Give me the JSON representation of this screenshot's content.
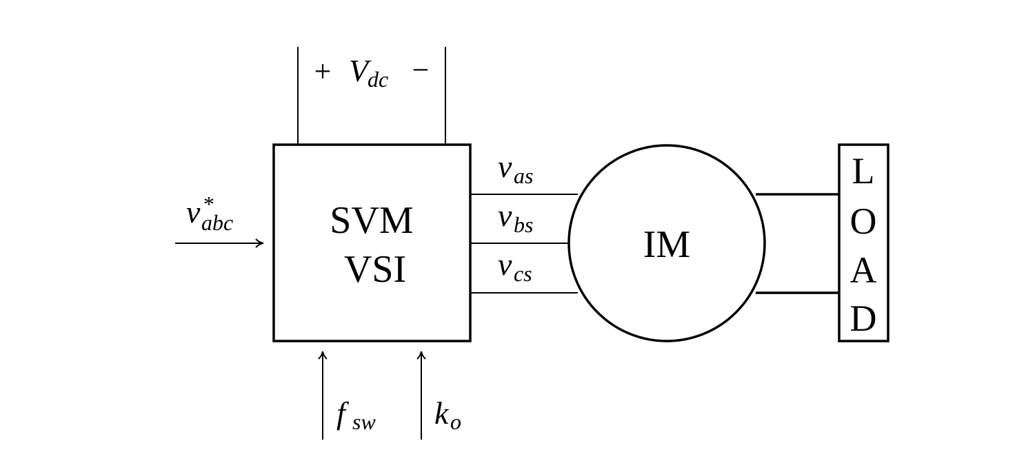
{
  "dc_link": {
    "plus": "+",
    "symbol": "V",
    "sub": "dc",
    "minus": "−"
  },
  "input": {
    "symbol": "v",
    "sup": "*",
    "sub": "abc"
  },
  "inverter": {
    "line1": "SVM",
    "line2": "VSI"
  },
  "phases": [
    {
      "symbol": "v",
      "sub": "as"
    },
    {
      "symbol": "v",
      "sub": "bs"
    },
    {
      "symbol": "v",
      "sub": "cs"
    }
  ],
  "motor": {
    "label": "IM"
  },
  "load": {
    "letters": [
      "L",
      "O",
      "A",
      "D"
    ]
  },
  "params": [
    {
      "symbol": "f",
      "sub": "sw"
    },
    {
      "symbol": "k",
      "sub": "o"
    }
  ]
}
